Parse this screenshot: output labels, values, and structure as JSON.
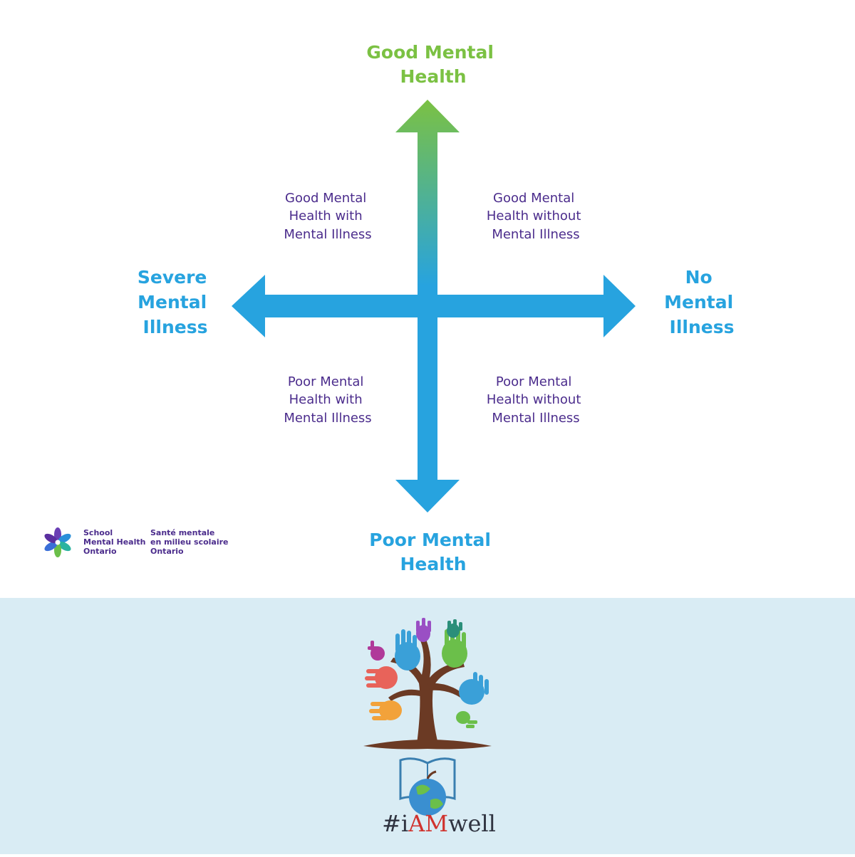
{
  "colors": {
    "green": "#7bc143",
    "blue": "#27a3df",
    "purple": "#4b2c8c",
    "footer_bg": "#d9ecf4",
    "trunk": "#6b3a24",
    "hashtag_dark": "#2f3340",
    "hashtag_red": "#d0332e"
  },
  "axes": {
    "top": [
      "Good Mental",
      "Health"
    ],
    "bottom": [
      "Poor Mental",
      "Health"
    ],
    "left": [
      "Severe",
      "Mental",
      "Illness"
    ],
    "right": [
      "No",
      "Mental",
      "Illness"
    ]
  },
  "quadrants": {
    "top_left": [
      "Good Mental",
      "Health with",
      "Mental Illness"
    ],
    "top_right": [
      "Good Mental",
      "Health without",
      "Mental Illness"
    ],
    "bottom_left": [
      "Poor Mental",
      "Health with",
      "Mental Illness"
    ],
    "bottom_right": [
      "Poor Mental",
      "Health without",
      "Mental Illness"
    ]
  },
  "org_logo": {
    "icon": "flower-logo-icon",
    "english": [
      "School",
      "Mental Health",
      "Ontario"
    ],
    "french": [
      "Santé mentale",
      "en milieu scolaire",
      "Ontario"
    ]
  },
  "footer": {
    "logo_icon": "hands-tree-logo-icon",
    "hashtag_prefix": "#i",
    "hashtag_emphasis": "AM",
    "hashtag_suffix": "well"
  }
}
